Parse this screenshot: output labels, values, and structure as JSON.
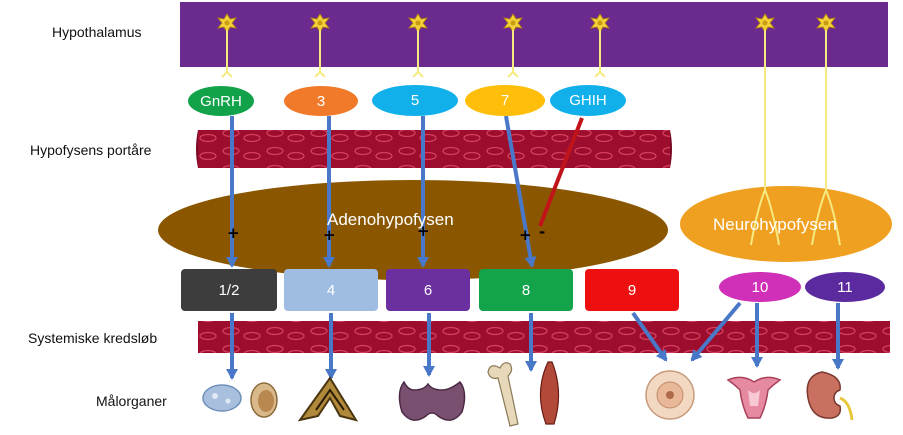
{
  "labels": {
    "hypothalamus": "Hypothalamus",
    "portal": "Hypofysens portåre",
    "systemic": "Systemiske kredsløb",
    "targets": "Målorganer"
  },
  "glands": {
    "adeno": "Adenohypofysen",
    "neuro": "Neurohypofysen"
  },
  "hormones": [
    {
      "label": "GnRH",
      "color": "#12a34a"
    },
    {
      "label": "3",
      "color": "#f07a2a"
    },
    {
      "label": "5",
      "color": "#12b0ea"
    },
    {
      "label": "7",
      "color": "#ffbe0a"
    },
    {
      "label": "GHIH",
      "color": "#12b0ea"
    }
  ],
  "pituitary_boxes": [
    {
      "label": "1/2",
      "color": "#3d3d3d"
    },
    {
      "label": "4",
      "color": "#9fbce3"
    },
    {
      "label": "6",
      "color": "#6b2fa0"
    },
    {
      "label": "8",
      "color": "#13a34b"
    },
    {
      "label": "9",
      "color": "#ee1010"
    },
    {
      "label": "10",
      "color": "#d02fb8"
    },
    {
      "label": "11",
      "color": "#5b2a9f"
    }
  ],
  "signs": {
    "plus": "+",
    "minus": "-"
  },
  "colors": {
    "hypothalamus_band": "#6a2a8e",
    "vessel": "#9c0d2e",
    "adeno_body": "#8a5700",
    "neuro_body": "#f0a020",
    "arrow": "#4a78c8",
    "inhibit_arrow": "#c0141a",
    "neuron": "#f2d23a",
    "axon": "#f5ea80"
  },
  "target_organs": [
    "ovary-testis",
    "adrenal-cortex",
    "thyroid",
    "bone-muscle",
    "breast",
    "uterus",
    "kidney"
  ]
}
